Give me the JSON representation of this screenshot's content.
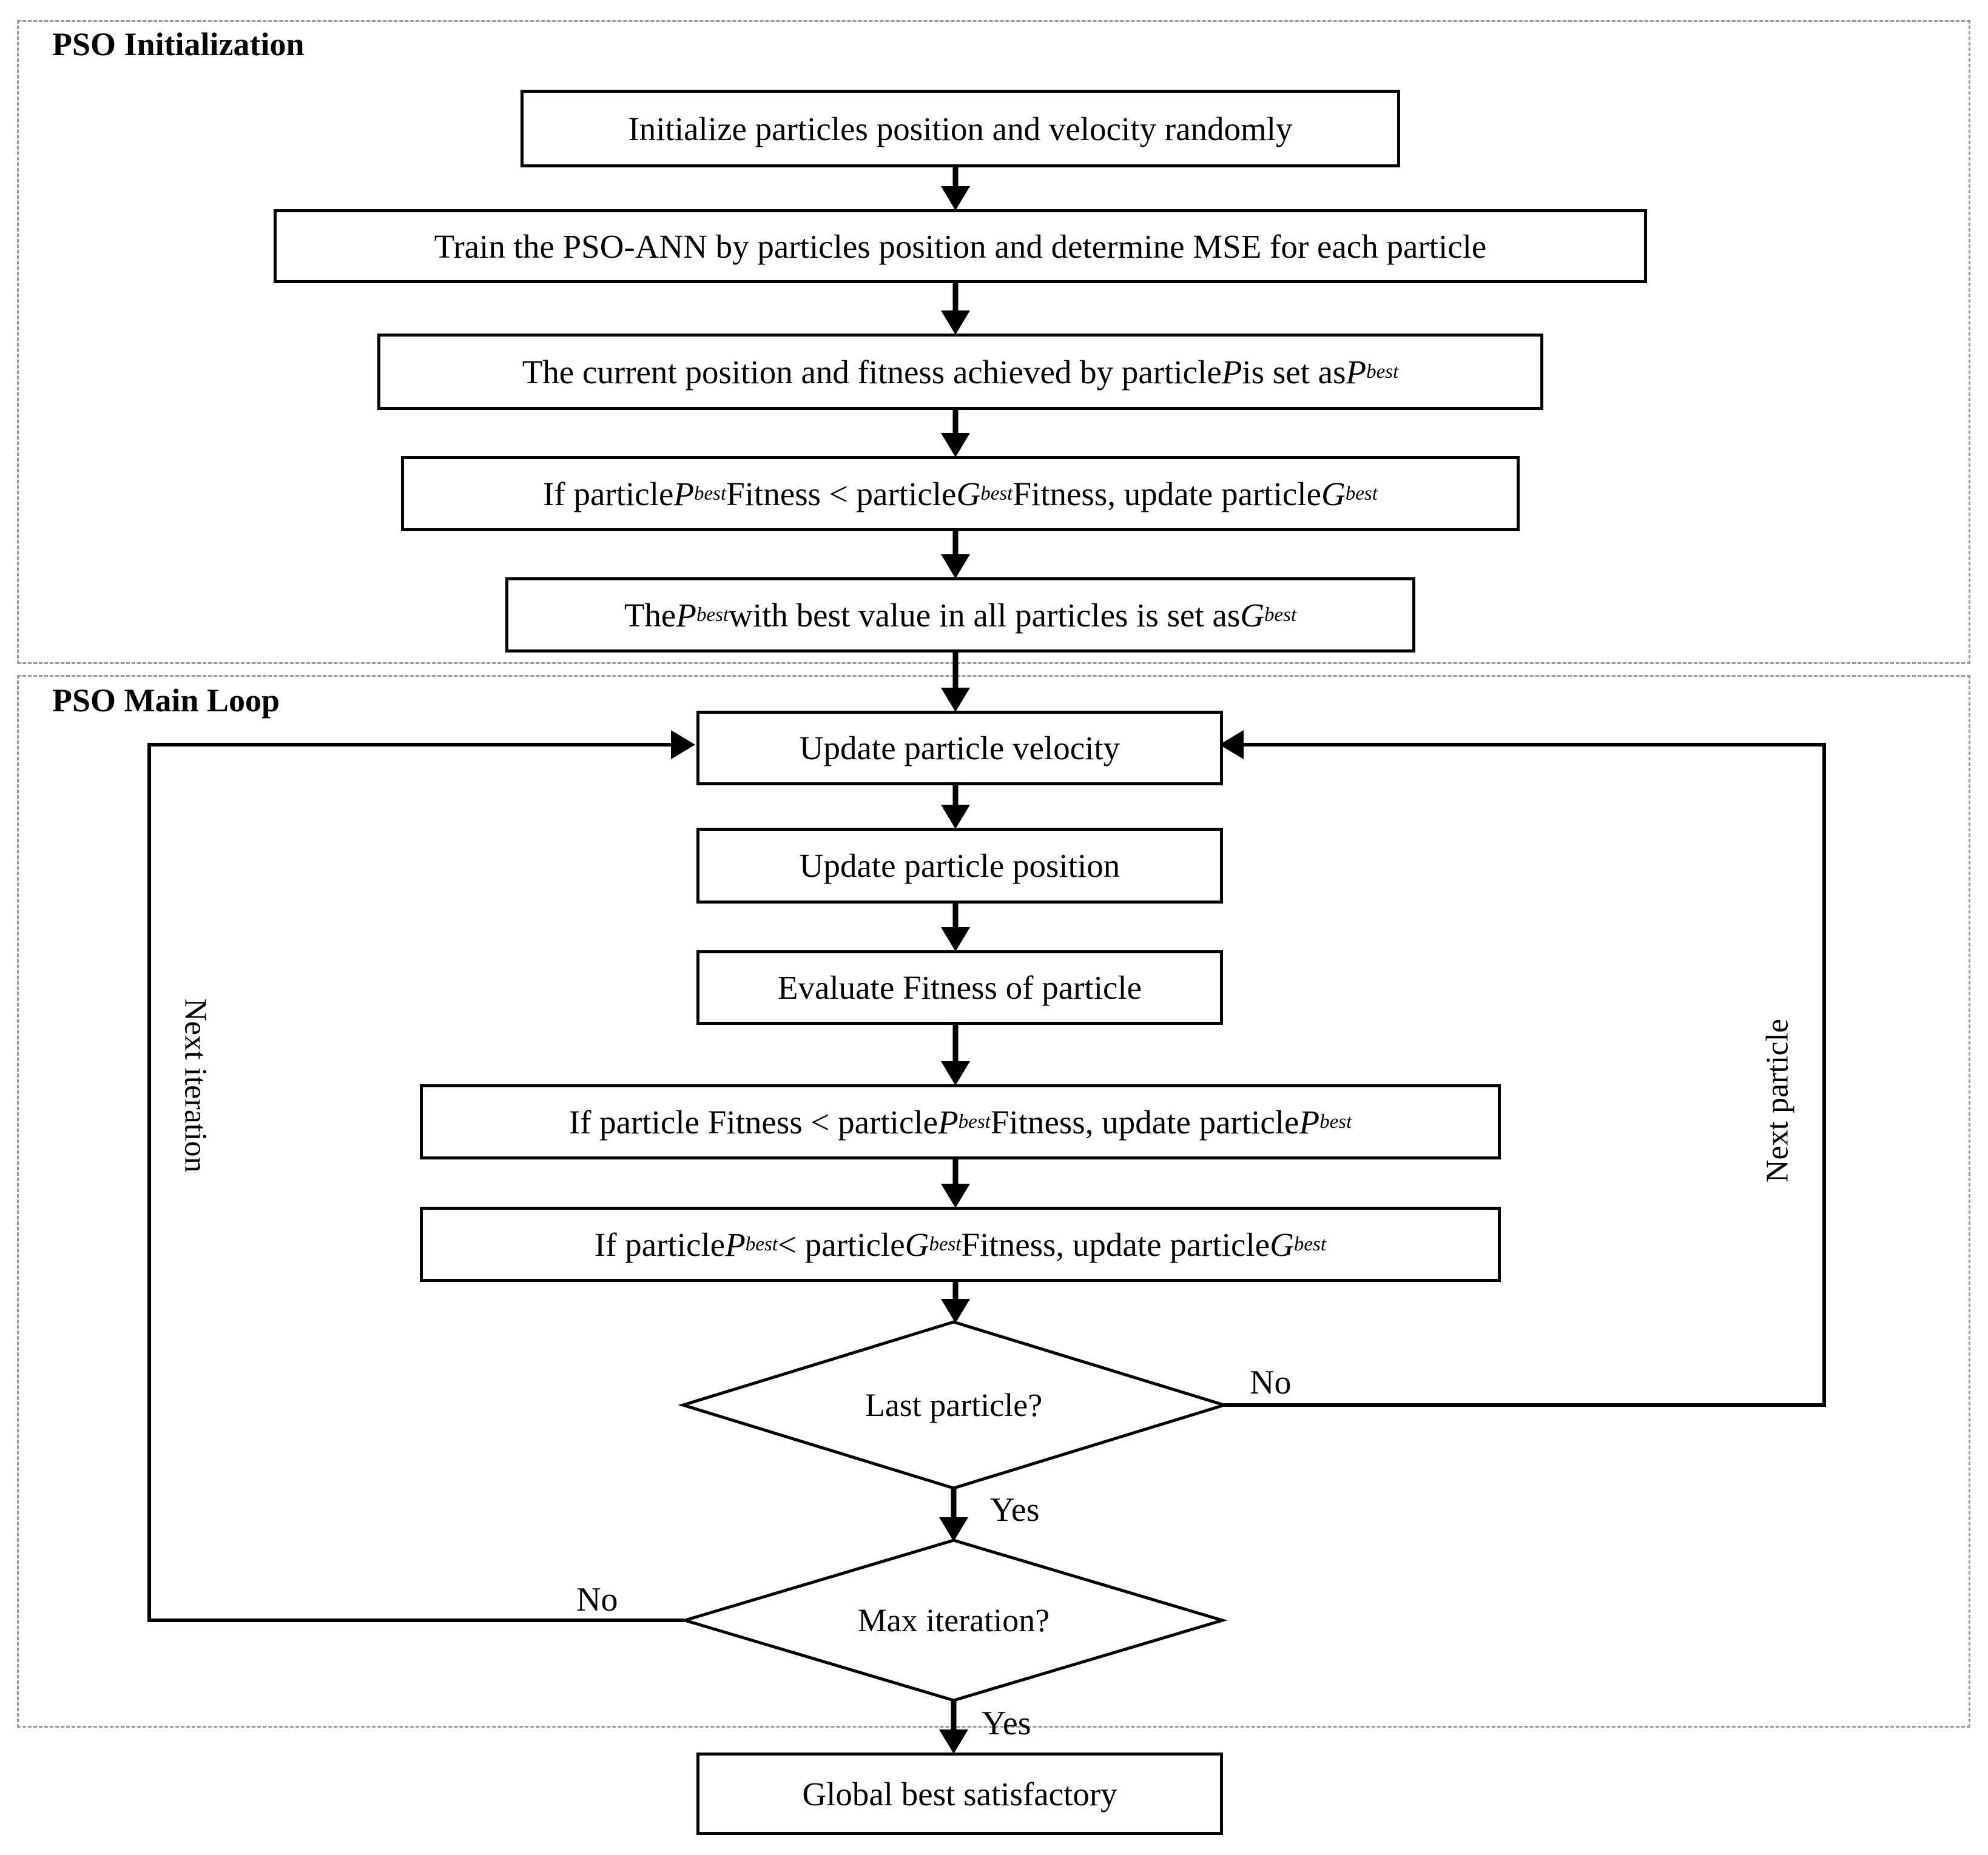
{
  "page": {
    "background": "#ffffff",
    "line_color": "#000000",
    "dashed_border_color": "#9a9a9a"
  },
  "sections": {
    "init": {
      "title": "PSO Initialization"
    },
    "main": {
      "title": "PSO Main Loop"
    }
  },
  "nodes": {
    "init_random": {
      "type": "process",
      "rich": [
        [
          "Initialize particles position and velocity randomly",
          "n"
        ]
      ]
    },
    "train": {
      "type": "process",
      "rich": [
        [
          "Train the PSO-ANN by particles position and determine MSE for each particle",
          "n"
        ]
      ]
    },
    "set_pbest": {
      "type": "process",
      "rich": [
        [
          "The current position and fitness achieved by particle ",
          "n"
        ],
        [
          "P",
          "i"
        ],
        [
          " is set as ",
          "n"
        ],
        [
          "P",
          "i"
        ],
        [
          "best",
          "s"
        ]
      ]
    },
    "update_gbest_init": {
      "type": "process",
      "rich": [
        [
          "If particle ",
          "n"
        ],
        [
          "P",
          "i"
        ],
        [
          "best",
          "s"
        ],
        [
          "Fitness < particle ",
          "n"
        ],
        [
          "G",
          "i"
        ],
        [
          "best",
          "s"
        ],
        [
          " Fitness, update particle ",
          "n"
        ],
        [
          "G",
          "i"
        ],
        [
          "best",
          "s"
        ]
      ]
    },
    "set_gbest": {
      "type": "process",
      "rich": [
        [
          "The ",
          "n"
        ],
        [
          "P",
          "i"
        ],
        [
          "best",
          "s"
        ],
        [
          " with best value in all particles is set as ",
          "n"
        ],
        [
          "G",
          "i"
        ],
        [
          "best",
          "s"
        ]
      ]
    },
    "update_velocity": {
      "type": "process",
      "rich": [
        [
          "Update particle velocity",
          "n"
        ]
      ]
    },
    "update_position": {
      "type": "process",
      "rich": [
        [
          "Update particle position",
          "n"
        ]
      ]
    },
    "evaluate_fitness": {
      "type": "process",
      "rich": [
        [
          "Evaluate Fitness of particle",
          "n"
        ]
      ]
    },
    "update_pbest": {
      "type": "process",
      "rich": [
        [
          "If particle Fitness < particle ",
          "n"
        ],
        [
          "P",
          "i"
        ],
        [
          "best",
          "s"
        ],
        [
          " Fitness, update particle ",
          "n"
        ],
        [
          "P",
          "i"
        ],
        [
          "best",
          "s"
        ]
      ]
    },
    "update_gbest": {
      "type": "process",
      "rich": [
        [
          "If particle ",
          "n"
        ],
        [
          "P",
          "i"
        ],
        [
          "best",
          "s"
        ],
        [
          " < particle ",
          "n"
        ],
        [
          "G",
          "i"
        ],
        [
          "best",
          "s"
        ],
        [
          " Fitness, update particle ",
          "n"
        ],
        [
          "G",
          "i"
        ],
        [
          "best",
          "s"
        ]
      ]
    },
    "last_particle": {
      "type": "decision",
      "label": "Last particle?"
    },
    "max_iteration": {
      "type": "decision",
      "label": "Max iteration?"
    },
    "global_best": {
      "type": "process",
      "rich": [
        [
          "Global best satisfactory",
          "n"
        ]
      ]
    }
  },
  "edges": {
    "last_particle_no": "No",
    "last_particle_yes": "Yes",
    "max_iteration_no": "No",
    "max_iteration_yes": "Yes",
    "next_particle": "Next particle",
    "next_iteration": "Next iteration"
  }
}
